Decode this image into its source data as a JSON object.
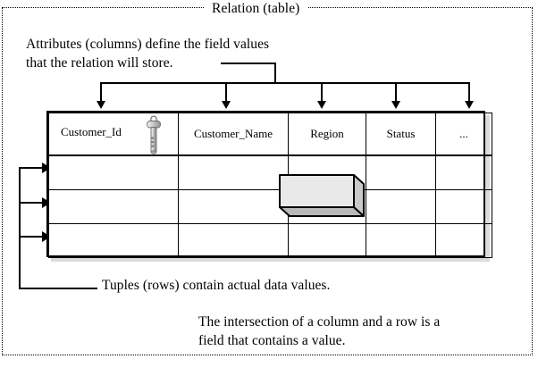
{
  "frame": {
    "title": "Relation (table)"
  },
  "captions": {
    "attributes": "Attributes (columns) define the field values\nthat the relation will store.",
    "tuples": "Tuples (rows) contain actual data values.",
    "intersection": "The intersection of a column and a row is a\nfield that contains a value."
  },
  "relation": {
    "columns": [
      "Customer_Id",
      "Customer_Name",
      "Region",
      "Status",
      "..."
    ],
    "rows": [
      [
        "",
        "",
        "",
        "",
        ""
      ],
      [
        "",
        "",
        "",
        "",
        ""
      ],
      [
        "",
        "",
        "",
        "",
        ""
      ]
    ],
    "primary_key_column": "Customer_Id",
    "primary_key_icon": "key-icon",
    "highlighted_field": {
      "column": "Region",
      "row_index": 1,
      "shape": "3d-box"
    }
  },
  "annotations": {
    "attribute_arrows": 5,
    "tuple_arrows": 3
  },
  "colors": {
    "line": "#000000",
    "background": "#ffffff",
    "table_shadow": "#dcdcdc",
    "box_front": "#e8e8e8",
    "box_side": "#c8c8c8",
    "box_bottom": "#b4b4b4",
    "key_body": "#b0b0b0",
    "key_highlight": "#e0e0e0"
  }
}
